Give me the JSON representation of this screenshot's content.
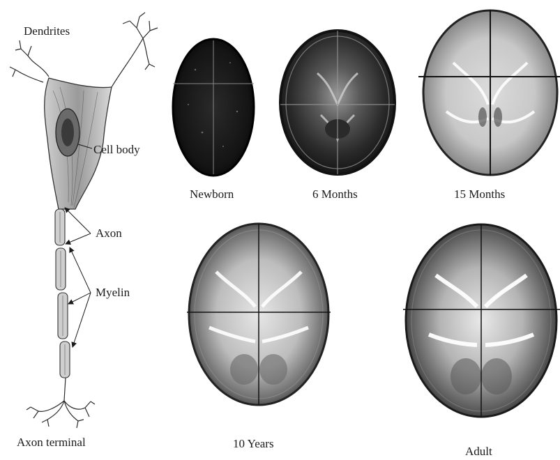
{
  "neuron": {
    "labels": {
      "dendrites": "Dendrites",
      "cell_body": "Cell body",
      "axon": "Axon",
      "myelin": "Myelin",
      "axon_terminal": "Axon terminal"
    }
  },
  "brain_scans": [
    {
      "label": "Newborn"
    },
    {
      "label": "6 Months"
    },
    {
      "label": "15 Months"
    },
    {
      "label": "10 Years"
    },
    {
      "label": "Adult"
    }
  ],
  "colors": {
    "ink": "#1a1a1a",
    "scan_dark": "#0d0d0d",
    "scan_mid": "#6b6b6b",
    "white_matter": "#f4f4f4"
  }
}
